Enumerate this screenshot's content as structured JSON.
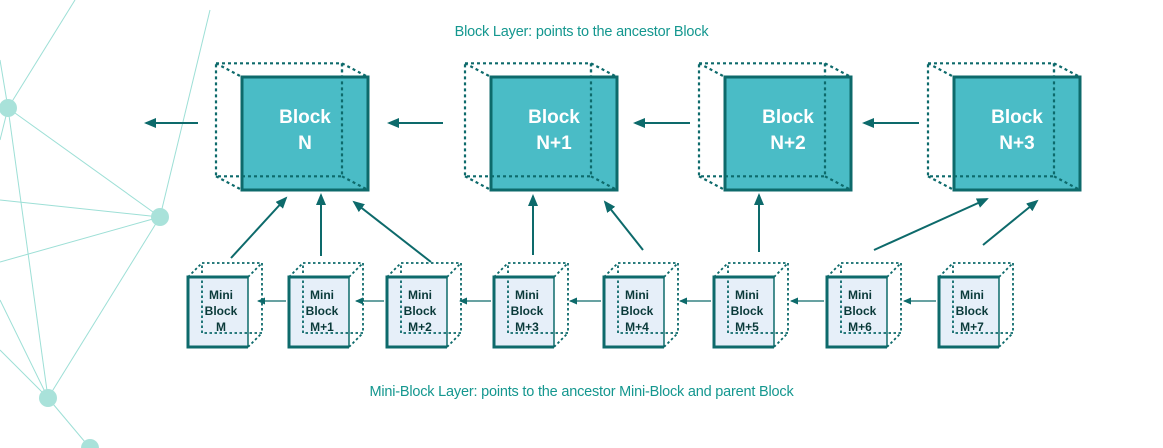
{
  "colors": {
    "teal_fill": "#4abcc6",
    "teal_stroke": "#0d6a6b",
    "teal_text": "#14978f",
    "mini_fill": "#e6eff9",
    "network_line": "#9ddfd6",
    "network_node": "#a9e2da"
  },
  "captions": {
    "block_layer": "Block Layer: points to the ancestor Block",
    "mini_layer": "Mini-Block Layer: points to the ancestor Mini-Block and parent Block"
  },
  "blocks": [
    {
      "line1": "Block",
      "line2": "N"
    },
    {
      "line1": "Block",
      "line2": "N+1"
    },
    {
      "line1": "Block",
      "line2": "N+2"
    },
    {
      "line1": "Block",
      "line2": "N+3"
    }
  ],
  "mini_blocks": [
    {
      "line1": "Mini",
      "line2": "Block",
      "line3": "M",
      "parent": 0
    },
    {
      "line1": "Mini",
      "line2": "Block",
      "line3": "M+1",
      "parent": 0
    },
    {
      "line1": "Mini",
      "line2": "Block",
      "line3": "M+2",
      "parent": 0
    },
    {
      "line1": "Mini",
      "line2": "Block",
      "line3": "M+3",
      "parent": 1
    },
    {
      "line1": "Mini",
      "line2": "Block",
      "line3": "M+4",
      "parent": 1
    },
    {
      "line1": "Mini",
      "line2": "Block",
      "line3": "M+5",
      "parent": 2
    },
    {
      "line1": "Mini",
      "line2": "Block",
      "line3": "M+6",
      "parent": 3
    },
    {
      "line1": "Mini",
      "line2": "Block",
      "line3": "M+7",
      "parent": 3
    }
  ]
}
